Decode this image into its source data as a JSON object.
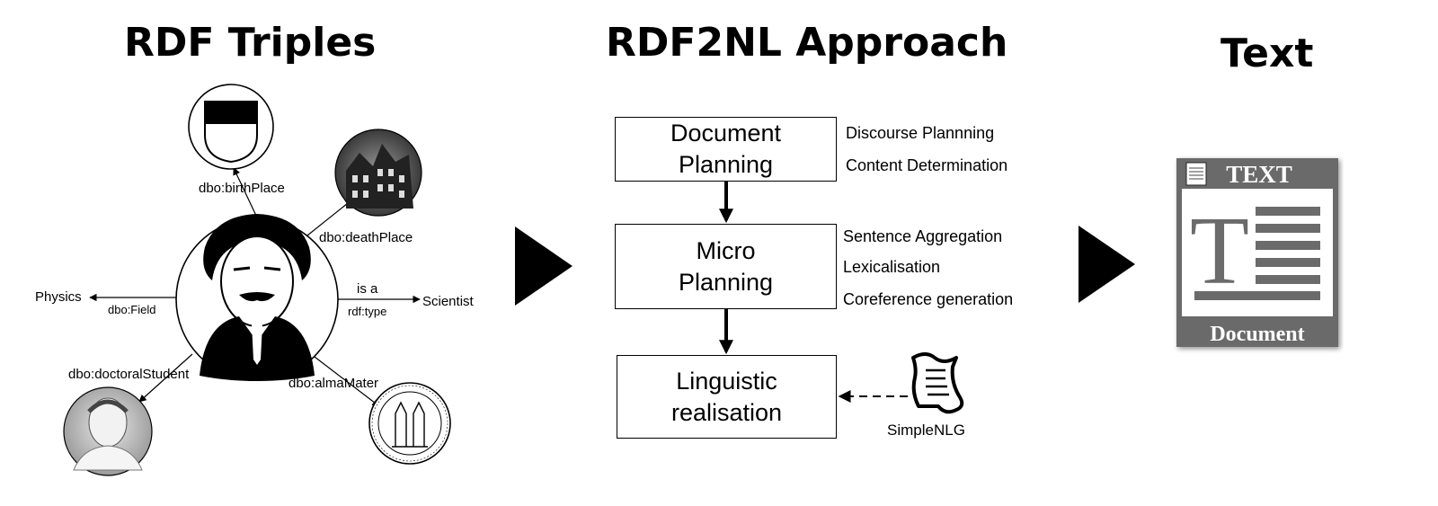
{
  "headings": {
    "rdf": "RDF Triples",
    "approach": "RDF2NL Approach",
    "text": "Text"
  },
  "triples": {
    "birth_place": "dbo:birthPlace",
    "death_place": "dbo:deathPlace",
    "field": "dbo:Field",
    "field_object": "Physics",
    "is_a": "is a",
    "rdf_type": "rdf:type",
    "type_object": "Scientist",
    "doctoral_student": "dbo:doctoralStudent",
    "alma_mater": "dbo:almaMater"
  },
  "pipeline": {
    "document_planning": {
      "line1": "Document",
      "line2": "Planning"
    },
    "document_tasks": [
      "Discourse Plannning",
      "Content Determination"
    ],
    "micro_planning": {
      "line1": "Micro",
      "line2": "Planning"
    },
    "micro_tasks": [
      "Sentence Aggregation",
      "Lexicalisation",
      "Coreference generation"
    ],
    "linguistic_realisation": {
      "line1": "Linguistic",
      "line2": "realisation"
    },
    "library": "SimpleNLG"
  },
  "document_icon": {
    "top_label": "TEXT",
    "bottom_label": "Document",
    "glyph": "T"
  },
  "icons": [
    "coat-of-arms-icon",
    "building-photo-icon",
    "portrait-icon",
    "student-portrait-icon",
    "university-seal-icon",
    "scroll-icon",
    "document-icon",
    "play-arrow-icon"
  ],
  "colors": {
    "ink": "#000000",
    "doc_frame": "#6b6b6b"
  }
}
